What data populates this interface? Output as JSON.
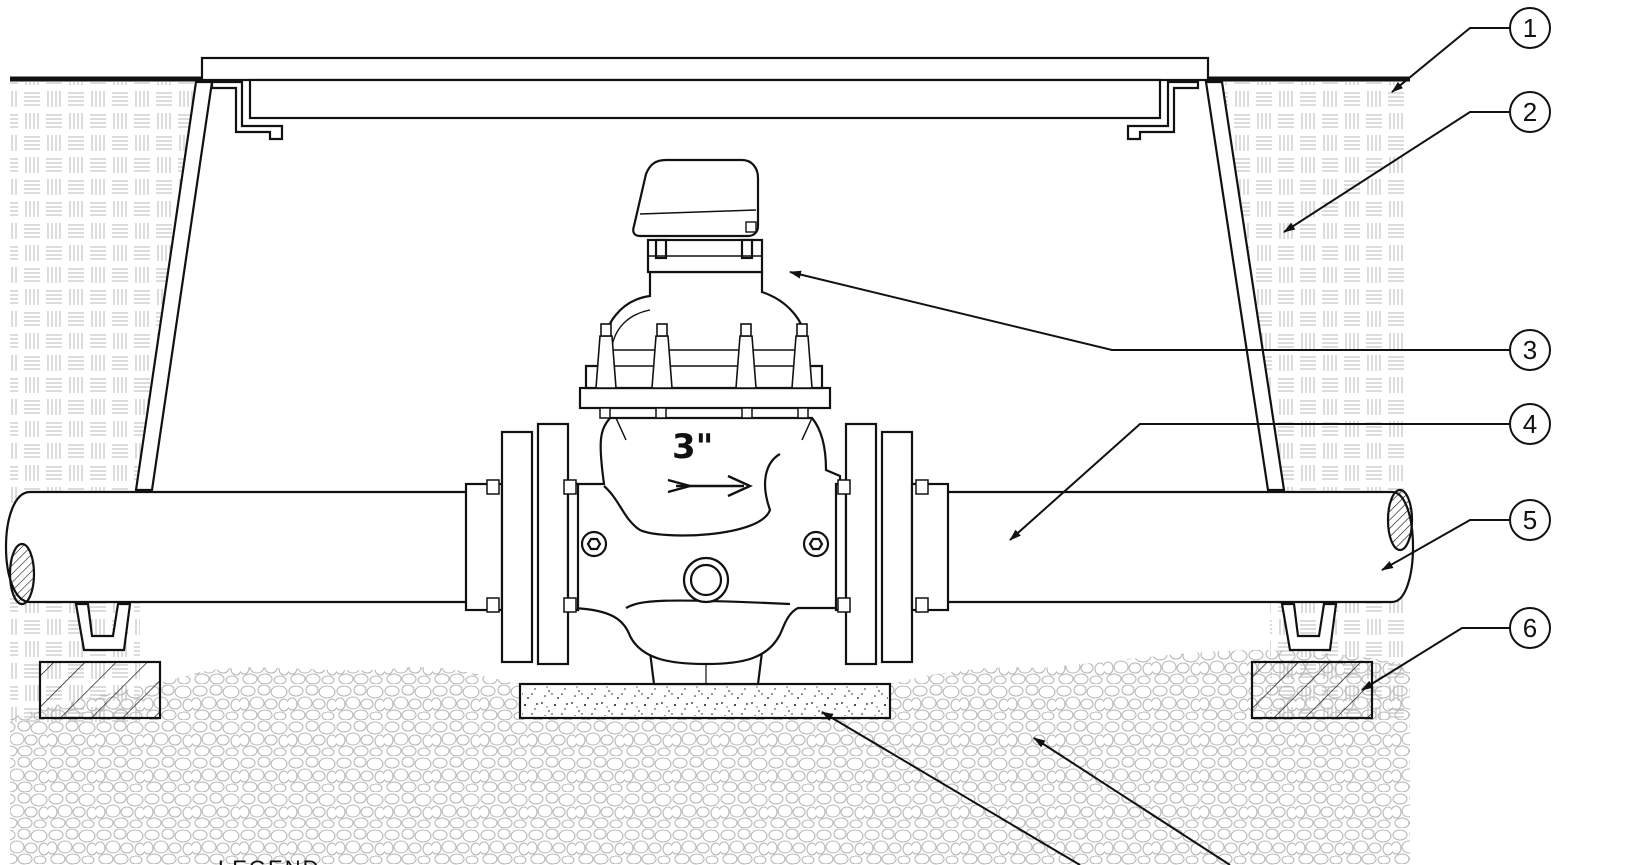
{
  "diagram": {
    "size_marking": "3\"",
    "legend_heading": "LEGEND",
    "callouts": [
      {
        "number": "1"
      },
      {
        "number": "2"
      },
      {
        "number": "3"
      },
      {
        "number": "4"
      },
      {
        "number": "5"
      },
      {
        "number": "6"
      }
    ],
    "icons": {
      "flow": "flow-direction-arrow-icon"
    },
    "colors": {
      "line": "#111111",
      "soil_hatch": "#c4c4c4",
      "gravel": "#b8b8b8"
    }
  }
}
